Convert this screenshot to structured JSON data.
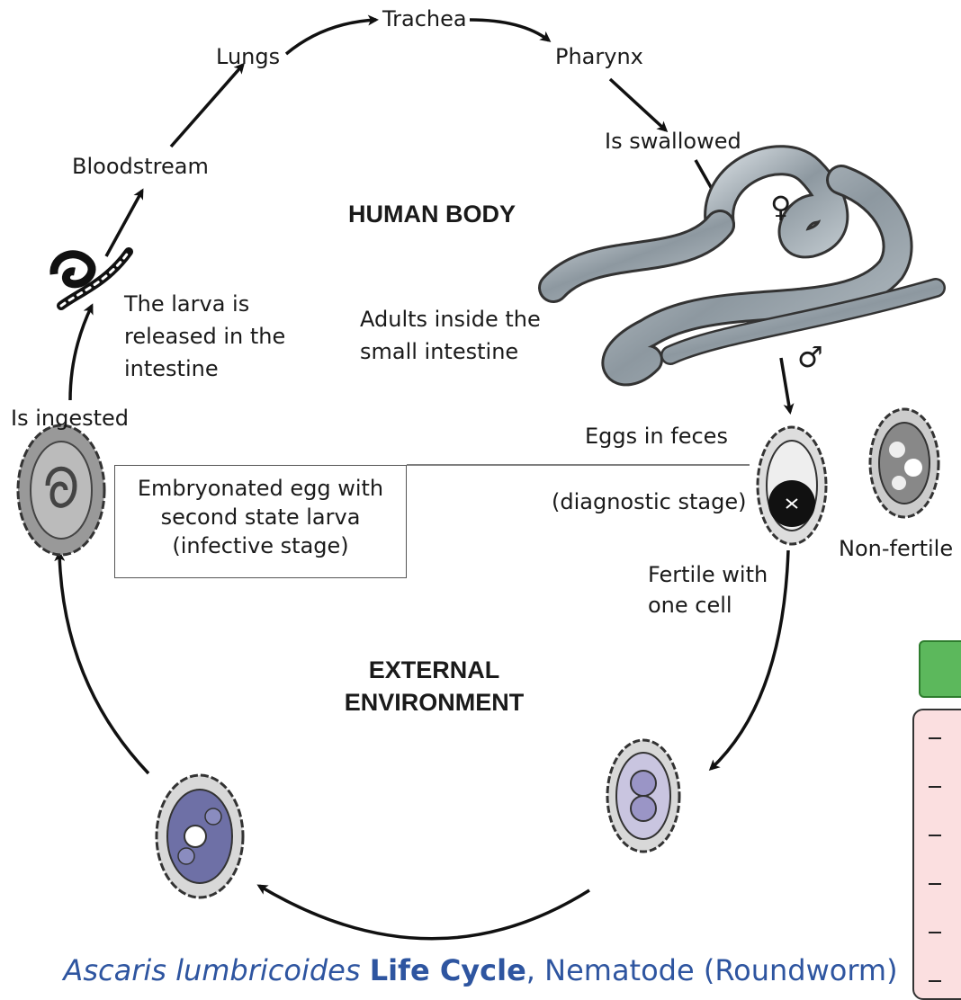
{
  "labels": {
    "trachea": "Trachea",
    "lungs": "Lungs",
    "pharynx": "Pharynx",
    "is_swallowed": "Is swallowed",
    "bloodstream": "Bloodstream",
    "larva_released": "The larva is released in the intestine",
    "is_ingested": "Is ingested",
    "adults_inside": "Adults inside the small intestine",
    "eggs_in_feces": "Eggs in feces",
    "diagnostic_stage": "(diagnostic stage)",
    "non_fertile": "Non-fertile",
    "fertile_one_cell": "Fertile with one cell",
    "female_symbol": "♀",
    "male_symbol": "♂"
  },
  "sections": {
    "human_body": "HUMAN BODY",
    "external_line1": "EXTERNAL",
    "external_line2": "ENVIRONMENT"
  },
  "infobox": {
    "line1": "Embryonated egg with",
    "line2": "second state larva",
    "line3": "(infective stage)"
  },
  "caption": {
    "species": "Ascaris lumbricoides",
    "life_cycle": "Life Cycle",
    "rest": ", Nematode (Roundworm)"
  },
  "colors": {
    "caption": "#2e55a0",
    "worm": "#8c969e",
    "egg_shell": "#c8c8c8",
    "embryo": "#7a7fb0",
    "green_box": "#5cb85c",
    "pink_box": "#fbdfe0"
  }
}
